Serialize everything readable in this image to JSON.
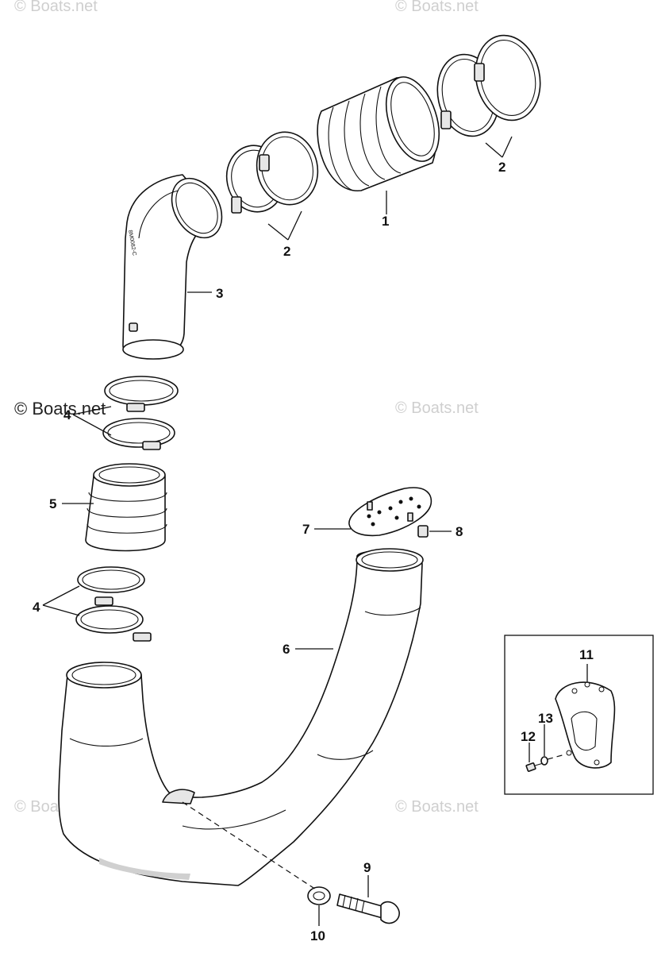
{
  "watermarks": {
    "top_left": "© Boats.net",
    "top_right": "© Boats.net",
    "mid_left": "© Boats.net",
    "mid_right": "© Boats.net",
    "bottom_left": "© Boats.net",
    "bottom_right": "© Boats.net"
  },
  "callouts": {
    "c1": "1",
    "c2a": "2",
    "c2b": "2",
    "c3": "3",
    "c4a": "4",
    "c4b": "4",
    "c5": "5",
    "c6": "6",
    "c7": "7",
    "c8": "8",
    "c9": "9",
    "c10": "10",
    "c11": "11",
    "c12": "12",
    "c13": "13"
  },
  "part_marking": "8M0082-C"
}
